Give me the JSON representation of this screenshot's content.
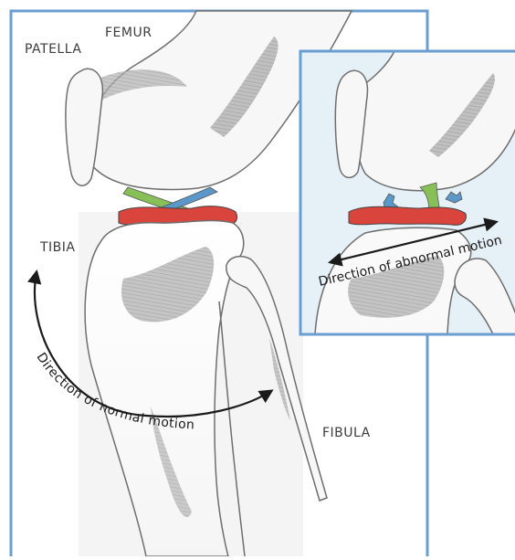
{
  "labels": {
    "patella": "PATELLA",
    "femur": "FEMUR",
    "tibia": "TIBIA",
    "fibula": "FIBULA",
    "normal_motion": "Direction of normal motion",
    "abnormal_motion": "Direction of abnormal motion"
  },
  "colors": {
    "frame": "#6a9ed0",
    "inset_bg": "#e6f0f7",
    "meniscus": "#d9443c",
    "ligament_green": "#86c057",
    "ligament_blue": "#5b98c9",
    "bone_outline": "#6e6e6e",
    "marrow": "#a9a9a9",
    "arrow": "#1a1a1a"
  }
}
